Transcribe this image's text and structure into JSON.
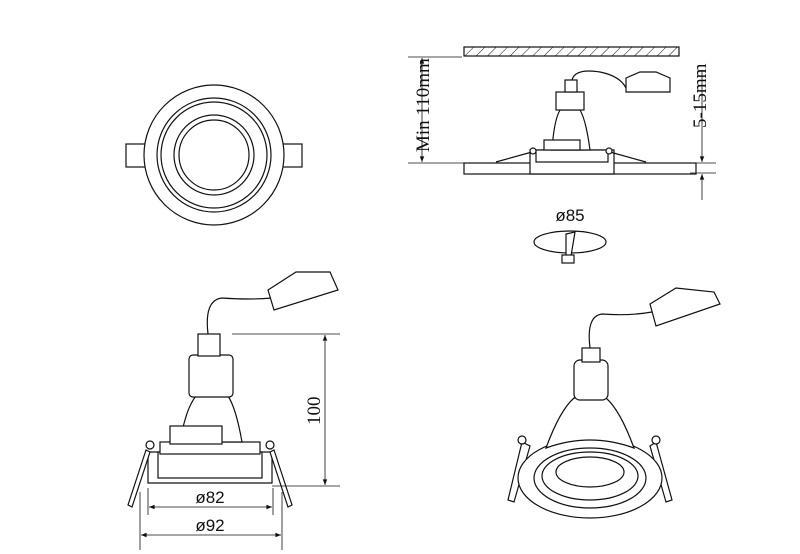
{
  "labels": {
    "min_depth": "Min 110mm",
    "ceiling_thickness": "5-15mm",
    "cutout_diameter": "ø85",
    "height": "100",
    "inner_diameter": "ø82",
    "outer_diameter": "ø92"
  }
}
